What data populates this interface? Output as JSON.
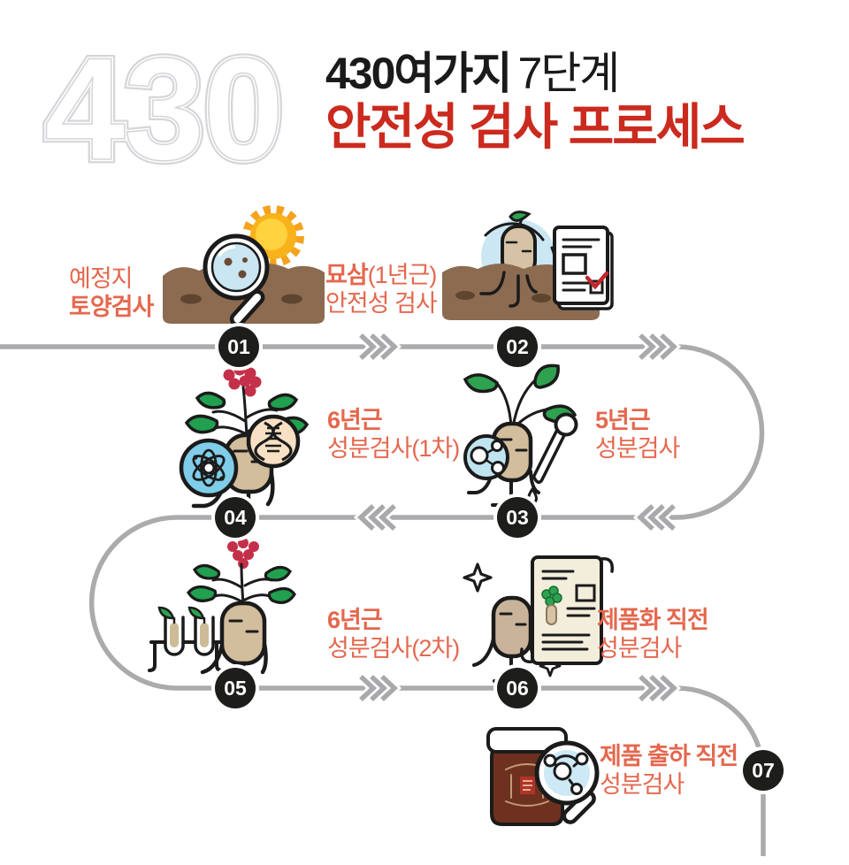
{
  "header": {
    "watermark": "430",
    "title_bold": "430여가지",
    "title_light": "7단계",
    "subtitle": "안전성 검사 프로세스"
  },
  "colors": {
    "subtitle_red": "#cb2a1e",
    "title_black": "#1a1a1a",
    "label_salmon": "#e4684e",
    "path_gray": "#ababad",
    "marker_black": "#1d1d1b",
    "watermark_outline": "#d6d6da",
    "soil_brown": "#8d6b50",
    "root_tan": "#d2bd9c",
    "leaf_green": "#2ea24e",
    "berry_red": "#c43049",
    "lens_blue": "#c9e6f2",
    "jar_brown": "#6e3120"
  },
  "steps": [
    {
      "number": "01",
      "icon": "soil-magnifier-sun",
      "line1_bold": "",
      "line1_regular": "예정지",
      "line2_bold": "토양검사",
      "line2_regular": ""
    },
    {
      "number": "02",
      "icon": "seedling-document",
      "line1_bold": "묘삼",
      "line1_regular": "(1년근)",
      "line2_bold": "",
      "line2_regular": "안전성 검사"
    },
    {
      "number": "03",
      "icon": "root-molecule-pipette",
      "line1_bold": "5년근",
      "line1_regular": "",
      "line2_bold": "",
      "line2_regular": "성분검사"
    },
    {
      "number": "04",
      "icon": "root-atom-dna",
      "line1_bold": "6년근",
      "line1_regular": "",
      "line2_bold": "",
      "line2_regular": "성분검사(1차)"
    },
    {
      "number": "05",
      "icon": "root-testtubes",
      "line1_bold": "6년근",
      "line1_regular": "",
      "line2_bold": "",
      "line2_regular": "성분검사(2차)"
    },
    {
      "number": "06",
      "icon": "root-certificate",
      "line1_bold": "제품화 직전",
      "line1_regular": "",
      "line2_bold": "",
      "line2_regular": "성분검사"
    },
    {
      "number": "07",
      "icon": "jar-magnifier",
      "line1_bold": "제품 출하 직전",
      "line1_regular": "",
      "line2_bold": "",
      "line2_regular": "성분검사"
    }
  ],
  "flow": {
    "direction_row1": "right",
    "direction_row2": "left",
    "direction_row3": "right",
    "direction_row4": "down"
  }
}
